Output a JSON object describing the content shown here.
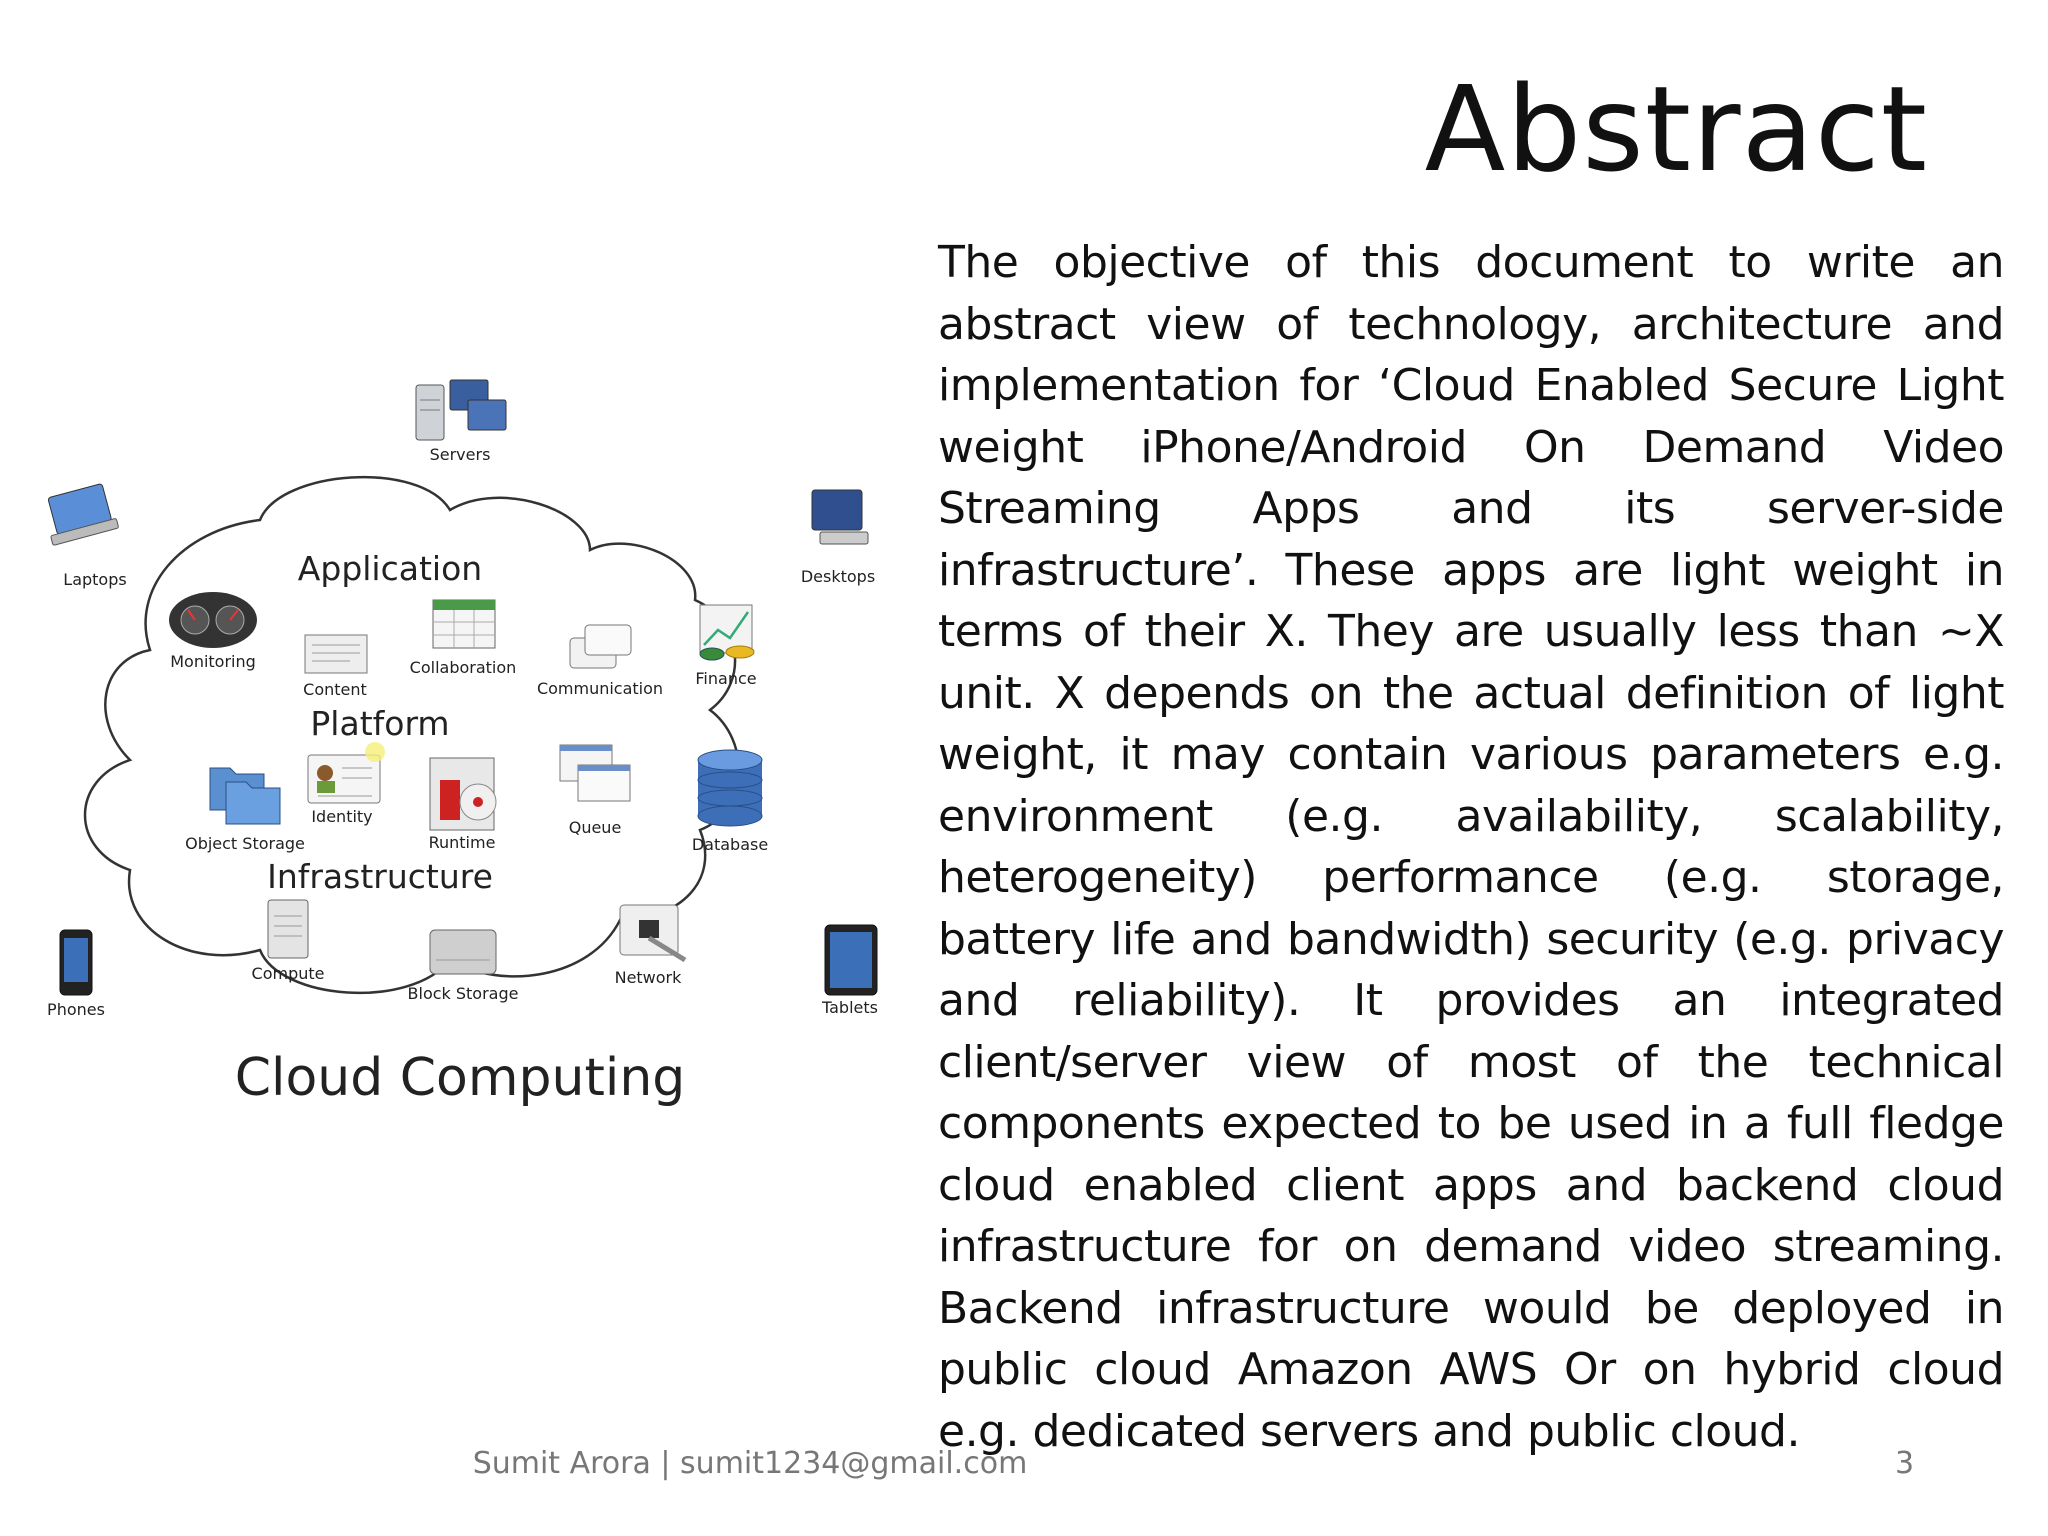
{
  "slide": {
    "title": "Abstract",
    "body": "The objective of this document to write an abstract view of technology, architecture and implementation for ‘Cloud Enabled Secure Light weight iPhone/Android On Demand Video Streaming Apps and its server-side infrastructure’. These apps are light weight in terms of their X. They are usually less than ~X unit. X depends on the actual definition of light weight, it may contain various parameters e.g. environment (e.g. availability, scalability, heterogeneity) performance (e.g. storage, battery life and bandwidth) security (e.g. privacy and reliability). It provides an integrated client/server view of most of the technical components expected to be used in a full fledge cloud enabled client apps and backend cloud infrastructure for on demand video streaming. Backend infrastructure would be deployed in public cloud Amazon AWS Or on hybrid cloud e.g. dedicated servers and public cloud.",
    "footer": "Sumit Arora | sumit1234@gmail.com",
    "page_number": "3"
  },
  "diagram": {
    "caption": "Cloud Computing",
    "sections": {
      "application": "Application",
      "platform": "Platform",
      "infrastructure": "Infrastructure"
    },
    "devices": {
      "servers": "Servers",
      "laptops": "Laptops",
      "desktops": "Desktops",
      "phones": "Phones",
      "tablets": "Tablets"
    },
    "services": {
      "monitoring": "Monitoring",
      "content": "Content",
      "collaboration": "Collaboration",
      "communication": "Communication",
      "finance": "Finance",
      "identity": "Identity",
      "object_storage": "Object Storage",
      "runtime": "Runtime",
      "queue": "Queue",
      "database": "Database",
      "compute": "Compute",
      "block_storage": "Block Storage",
      "network": "Network"
    }
  }
}
